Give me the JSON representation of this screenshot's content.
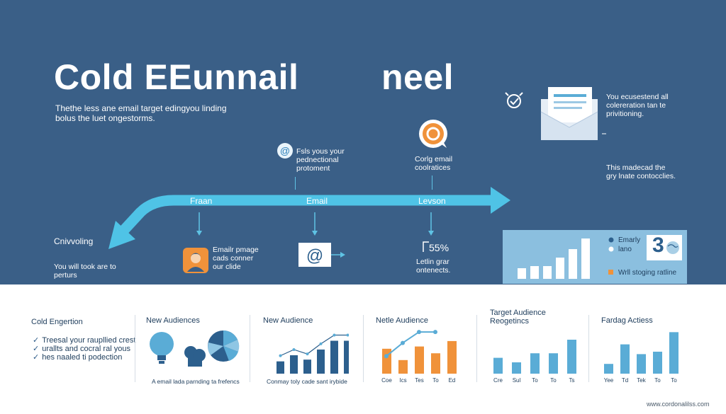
{
  "colors": {
    "header_bg": "#3a5f87",
    "arrow": "#4fc3e6",
    "bar_dark": "#2c5f8d",
    "bar_light": "#5aacd6",
    "bar_orange": "#f0923a",
    "white": "#ffffff"
  },
  "header": {
    "title_left": "Cold EEunnail",
    "title_right": "neel",
    "subtitle_line1": "Thethe less ane email target edingyou linding",
    "subtitle_line2": "bolus the luet ongestorms."
  },
  "top_right": {
    "note1_line1": "You ecusestend all",
    "note1_line2": "colereration tan te",
    "note1_line3": "privitioning.",
    "note2_line1": "This madecad the",
    "note2_line2": "gry lnate contocclies."
  },
  "callouts": {
    "c1_line1": "Fsls yous your",
    "c1_line2": "pednectional",
    "c1_line3": "protoment",
    "c2_line1": "Corlg email",
    "c2_line2": "coolratices"
  },
  "stages": {
    "s1": "Fraan",
    "s2": "Email",
    "s3": "Levson"
  },
  "left_block": {
    "heading": "Cnivvoling",
    "line1": "You will took are to",
    "line2": "perturs"
  },
  "step_notes": {
    "n1_line1": "Emailr pmage",
    "n1_line2": "cads conner",
    "n1_line3": "our clide",
    "n3_pct": "55%",
    "n3_line1": "Letlin grar",
    "n3_line2": "ontenects."
  },
  "stats_card": {
    "legend1": "Emarly",
    "legend2": "lano",
    "legend3": "Wrll stoging ratline",
    "big_number": "3",
    "bars": [
      0.25,
      0.3,
      0.3,
      0.5,
      0.7,
      0.95
    ]
  },
  "panels": {
    "p1": {
      "title": "Cold Engertion",
      "items": [
        "Treesal your raupllied crest",
        "urallts and cocral ral yous",
        "hes naaled ti podection"
      ]
    },
    "p2": {
      "title": "New Audiences",
      "caption": "A email lada parnding ta frefencs"
    },
    "p3": {
      "title": "New Audience",
      "caption": "Conmay toly cade sant irybide",
      "bars": [
        0.28,
        0.42,
        0.32,
        0.55,
        0.75,
        0.75
      ]
    },
    "p4": {
      "title": "Netle Audience",
      "categories": [
        "Coe",
        "Ics",
        "Tes",
        "To",
        "Ed"
      ],
      "bars": [
        0.55,
        0.3,
        0.6,
        0.45,
        0.72
      ],
      "line": [
        0.4,
        0.7,
        0.95,
        0.95
      ]
    },
    "p5": {
      "title_line1": "Target Audience",
      "title_line2": "Reogetincs",
      "categories": [
        "Cre",
        "Sul",
        "To",
        "To",
        "Ts"
      ],
      "bars": [
        0.35,
        0.25,
        0.45,
        0.45,
        0.75
      ]
    },
    "p6": {
      "title": "Fardag Actiess",
      "categories": [
        "Yee",
        "Td",
        "Tek",
        "To",
        "To"
      ],
      "bars": [
        0.2,
        0.6,
        0.4,
        0.45,
        0.85
      ]
    }
  },
  "footer": {
    "credit": "www.cordonalilss.com"
  }
}
